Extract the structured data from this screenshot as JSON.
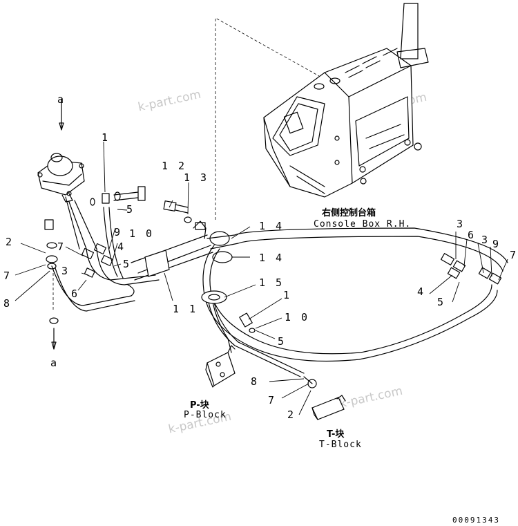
{
  "labels": {
    "a": "a",
    "n1": "1",
    "n2": "2",
    "n3": "3",
    "n4": "4",
    "n5": "5",
    "n6": "6",
    "n7": "7",
    "n8": "8",
    "n9": "9",
    "n10": "1 0",
    "n11": "1 1",
    "n12": "1 2",
    "n13": "1 3",
    "n14": "1 4",
    "n15": "1 5"
  },
  "captions": {
    "console_cn": "右侧控制台箱",
    "console_en": "Console Box R.H.",
    "pblock_cn": "P-块",
    "pblock_en": "P-Block",
    "tblock_cn": "T-块",
    "tblock_en": "T-Block"
  },
  "watermark": "k-part.com",
  "drawing_code": "00091343"
}
